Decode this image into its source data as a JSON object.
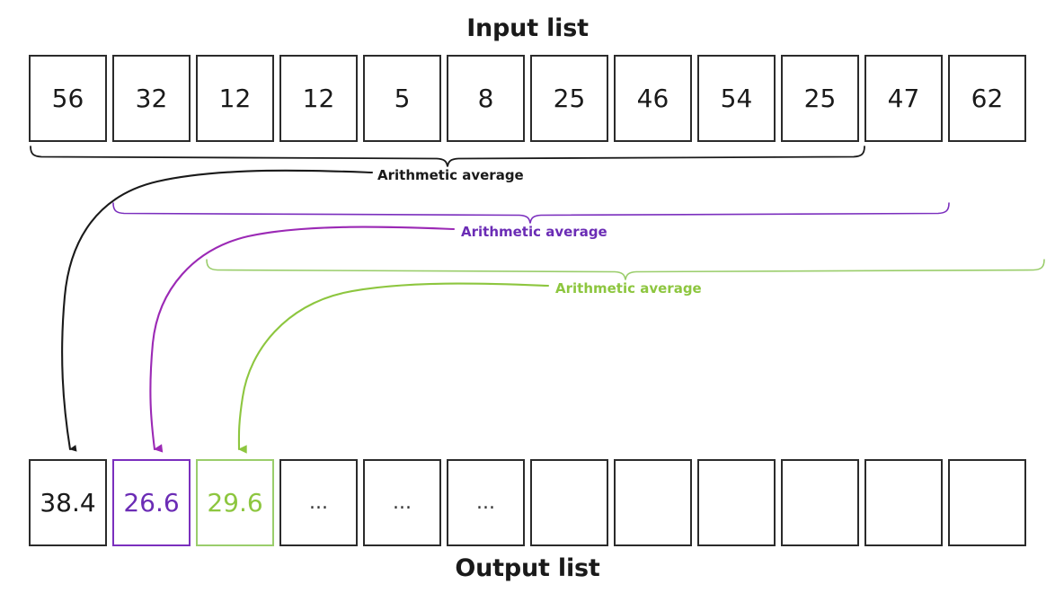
{
  "diagram": {
    "input_title": "Input list",
    "output_title": "Output list",
    "input_values": [
      "56",
      "32",
      "12",
      "12",
      "5",
      "8",
      "25",
      "46",
      "54",
      "25",
      "47",
      "62"
    ],
    "output_values": [
      "38.4",
      "26.6",
      "29.6",
      "...",
      "...",
      "...",
      "",
      "",
      "",
      "",
      "",
      ""
    ],
    "labels": {
      "black": "Arithmetic average",
      "purple": "Arithmetic average",
      "green": "Arithmetic average"
    },
    "colors": {
      "black": "#1a1a1a",
      "purple": "#6B2CB5",
      "purple_stroke": "#7B2FBE",
      "green": "#8DC63F",
      "green_stroke": "#9ACD6B",
      "box_border": "#2b2b2b"
    }
  },
  "chart_data": {
    "type": "diagram",
    "title": "Rolling / moving arithmetic average over a sliding window",
    "input": {
      "label": "Input list",
      "values": [
        56,
        32,
        12,
        12,
        5,
        8,
        25,
        46,
        54,
        25,
        47,
        62
      ],
      "count": 12
    },
    "output": {
      "label": "Output list",
      "values": [
        38.4,
        26.6,
        29.6,
        null,
        null,
        null,
        null,
        null,
        null,
        null,
        null,
        null
      ],
      "displayed": [
        "38.4",
        "26.6",
        "29.6",
        "...",
        "...",
        "...",
        "",
        "",
        "",
        "",
        "",
        ""
      ],
      "count": 12
    },
    "windows": [
      {
        "color": "black",
        "hex": "#1a1a1a",
        "label": "Arithmetic average",
        "input_span_indices": [
          0,
          9
        ],
        "input_span_values": [
          56,
          32,
          12,
          12,
          5,
          8,
          25,
          46,
          54,
          25
        ],
        "result": 38.4,
        "output_index": 0
      },
      {
        "color": "purple",
        "hex": "#6B2CB5",
        "label": "Arithmetic average",
        "input_span_indices": [
          1,
          10
        ],
        "input_span_values": [
          32,
          12,
          12,
          5,
          8,
          25,
          46,
          54,
          25,
          47
        ],
        "result": 26.6,
        "output_index": 1
      },
      {
        "color": "green",
        "hex": "#8DC63F",
        "label": "Arithmetic average",
        "input_span_indices": [
          2,
          11
        ],
        "input_span_values": [
          12,
          12,
          5,
          8,
          25,
          46,
          54,
          25,
          47,
          62
        ],
        "result": 29.6,
        "output_index": 2
      }
    ],
    "annotations": [
      "Arithmetic average",
      "Arithmetic average",
      "Arithmetic average"
    ]
  }
}
